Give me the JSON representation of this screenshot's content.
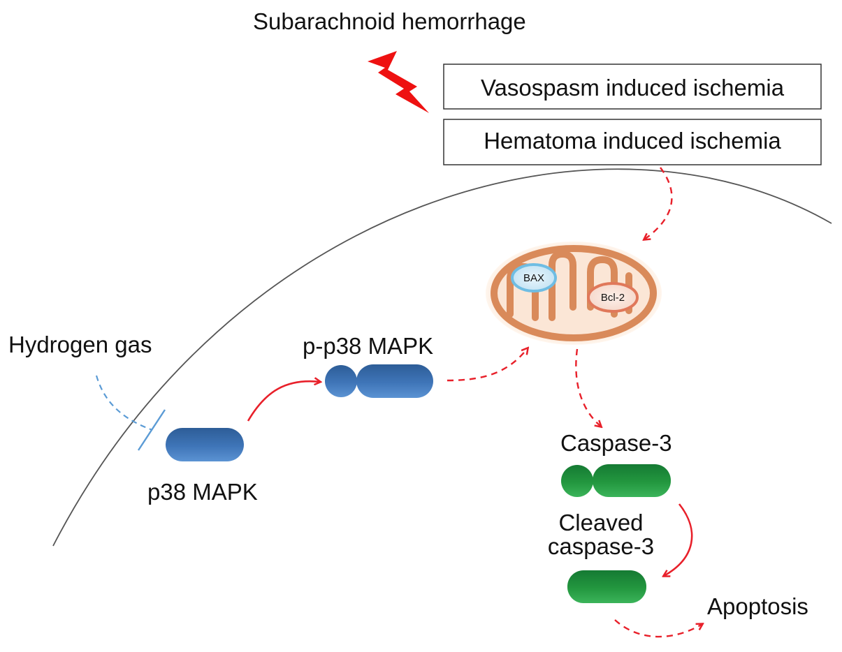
{
  "title": "Subarachnoid hemorrhage",
  "boxes": {
    "vasospasm": "Vasospasm induced ischemia",
    "hematoma": "Hematoma induced ischemia"
  },
  "mitochondrion": {
    "bax": "BAX",
    "bcl2": "Bcl-2"
  },
  "labels": {
    "hydrogen_gas": "Hydrogen gas",
    "p_p38": "p-p38 MAPK",
    "p38": "p38 MAPK",
    "caspase3": "Caspase-3",
    "cleaved_line1": "Cleaved",
    "cleaved_line2": "caspase-3",
    "apoptosis": "Apoptosis"
  },
  "colors": {
    "activation_arrow": "#e8202a",
    "inhibition": "#5b9bd5",
    "mapk_blue": "#3a6aa8",
    "caspase_green": "#1e8a3c",
    "lightning": "#ee1111",
    "mito_outer": "#d98a5a",
    "membrane": "#555555"
  },
  "icons": {
    "trigger": "lightning-icon"
  }
}
